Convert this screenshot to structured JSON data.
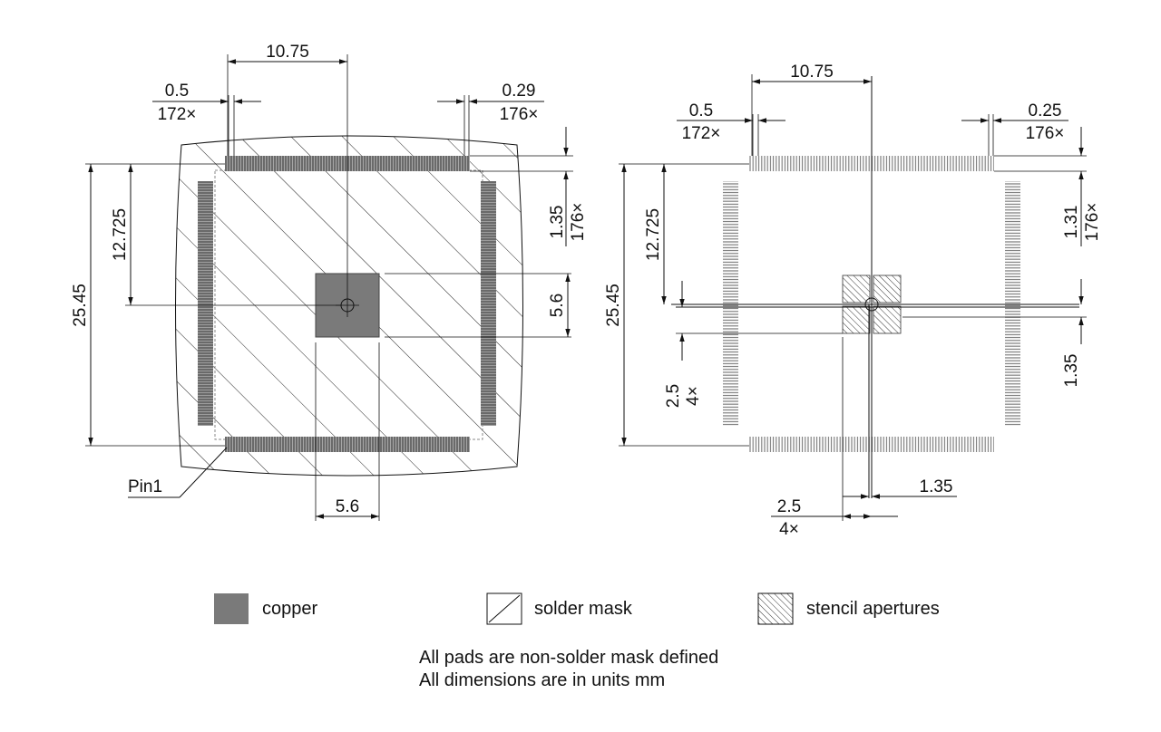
{
  "colors": {
    "copper": "#7a7a7a",
    "pad": "#6e6e6e",
    "line": "#111111",
    "stencil": "#888888"
  },
  "left_view": {
    "dim_top": "10.75",
    "pitch_top_left": "0.5",
    "pitch_top_left_count": "172×",
    "pad_width_top_right": "0.29",
    "pad_width_top_right_count": "176×",
    "dim_left_half": "12.725",
    "dim_left_full": "25.45",
    "pad_length_right": "1.35",
    "pad_length_right_count": "176×",
    "epad_right": "5.6",
    "epad_bottom": "5.6",
    "pin1_label": "Pin1"
  },
  "right_view": {
    "dim_top": "10.75",
    "pitch_top_left": "0.5",
    "pitch_top_left_count": "172×",
    "aperture_width_top_right": "0.25",
    "aperture_width_top_right_count": "176×",
    "dim_left_half": "12.725",
    "dim_left_full": "25.45",
    "aperture_length_right": "1.31",
    "aperture_length_right_count": "176×",
    "gap_right": "1.35",
    "stencil_left_size": "2.5",
    "stencil_left_count": "4×",
    "gap_bottom": "1.35",
    "stencil_bottom_size": "2.5",
    "stencil_bottom_count": "4×"
  },
  "legend": {
    "copper": "copper",
    "solder_mask": "solder mask",
    "stencil_apertures": "stencil apertures"
  },
  "notes": {
    "line1": "All pads are non-solder mask defined",
    "line2": "All dimensions are in units mm"
  }
}
